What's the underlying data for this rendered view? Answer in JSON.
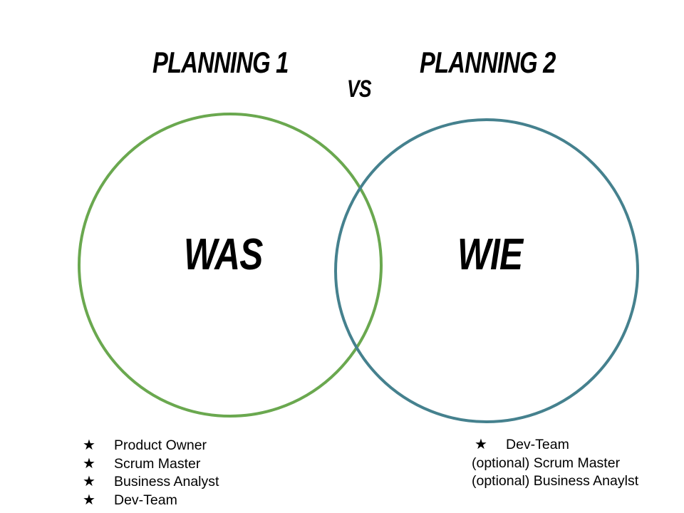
{
  "titles": {
    "left": "Planning 1",
    "vs": "vs",
    "right": "Planning 2"
  },
  "circles": {
    "left": {
      "label": "WAS",
      "color": "#6aa84f"
    },
    "right": {
      "label": "WIE",
      "color": "#45818e"
    }
  },
  "roles": {
    "left": [
      {
        "icon": "star-icon",
        "label": "Product Owner"
      },
      {
        "icon": "star-icon",
        "label": "Scrum Master"
      },
      {
        "icon": "star-icon",
        "label": "Business Analyst"
      },
      {
        "icon": "star-icon",
        "label": "Dev-Team"
      }
    ],
    "right": [
      {
        "icon": "star-icon",
        "label": "Dev-Team"
      },
      {
        "icon": "",
        "label": "(optional) Scrum Master"
      },
      {
        "icon": "",
        "label": "(optional) Business Anaylst"
      }
    ]
  }
}
